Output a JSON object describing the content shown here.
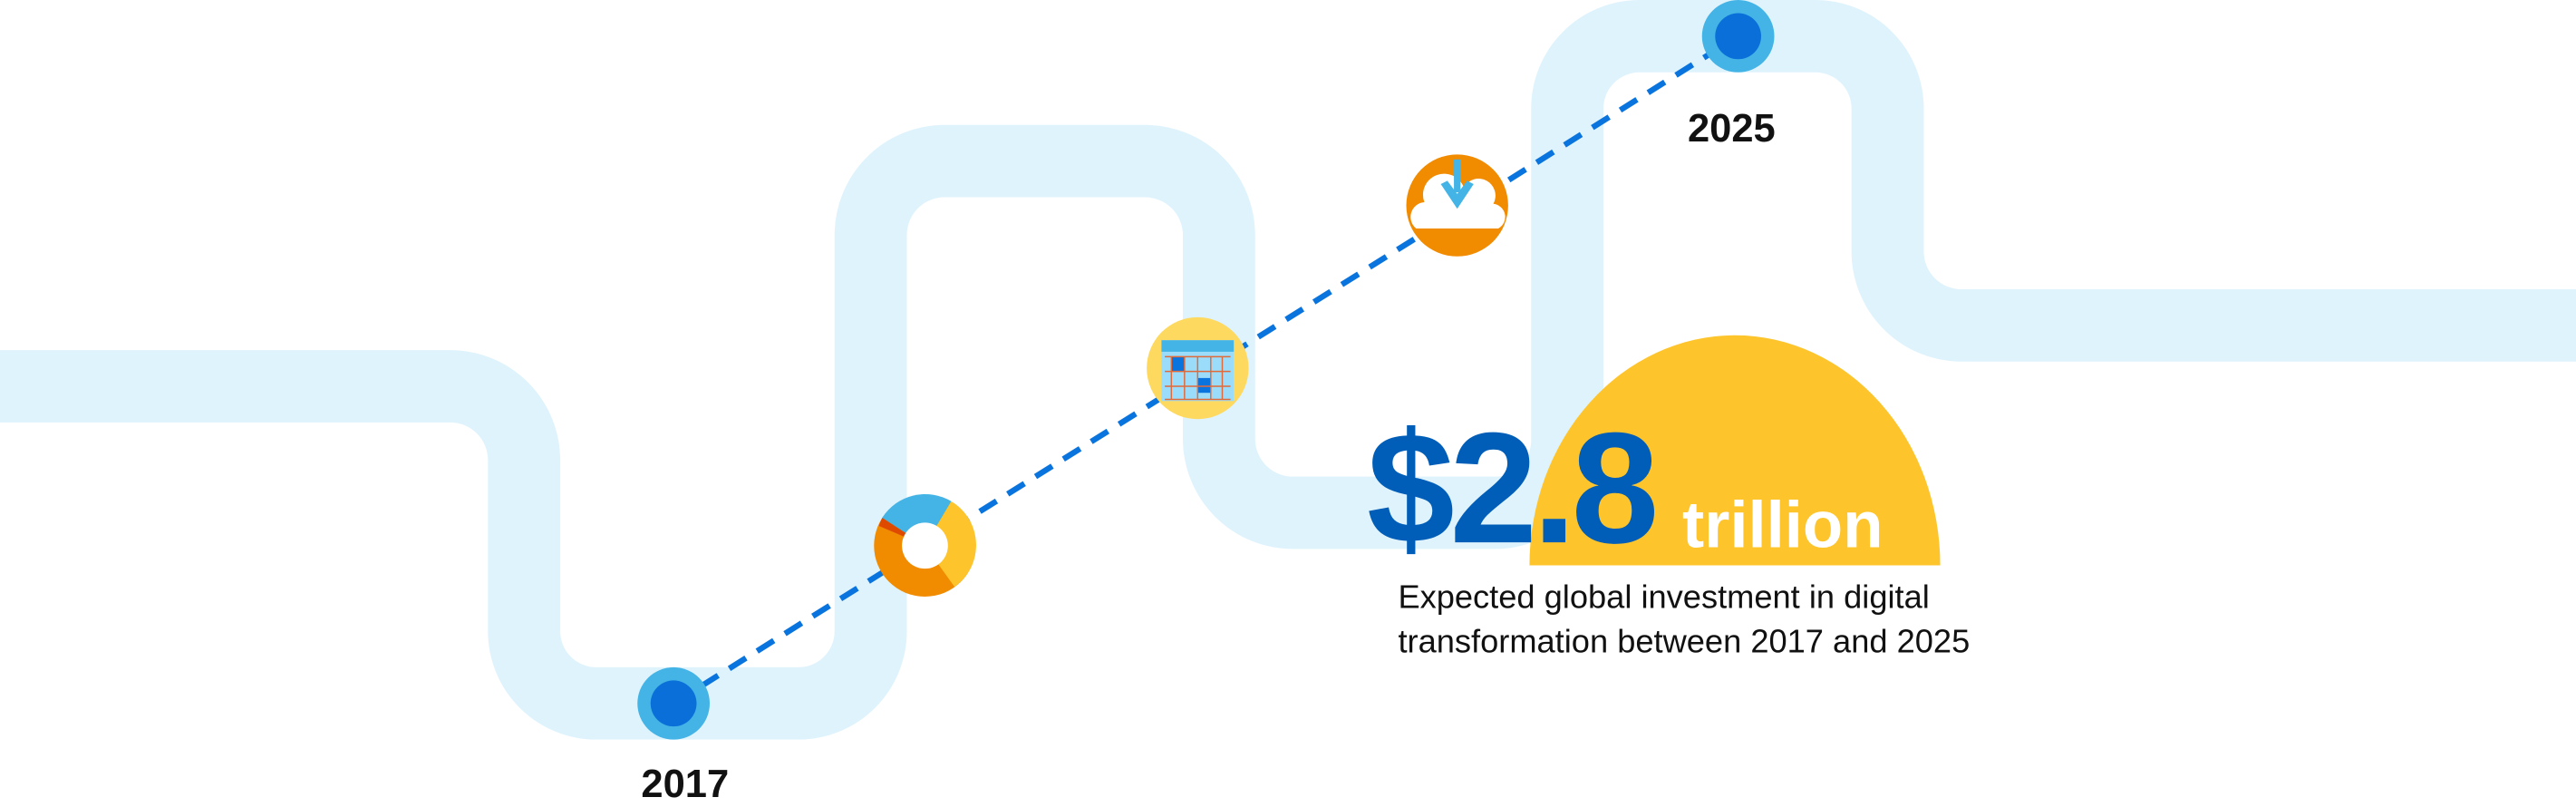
{
  "timeline": {
    "start_label": "2017",
    "end_label": "2025",
    "milestone_icons": [
      "donut-chart-icon",
      "calendar-icon",
      "cloud-download-icon"
    ]
  },
  "stat": {
    "amount": "$2.8",
    "unit": "trillion",
    "caption_line1": "Expected global investment in digital",
    "caption_line2": "transformation between 2017 and 2025"
  },
  "colors": {
    "road": "#dff3fd",
    "dash": "#0a74de",
    "node_outer": "#44b4e6",
    "node_inner": "#0a6fd8",
    "amount": "#005eb8",
    "sun": "#fec42c",
    "orange": "#f18b00",
    "yellow_light": "#fdd95f"
  }
}
